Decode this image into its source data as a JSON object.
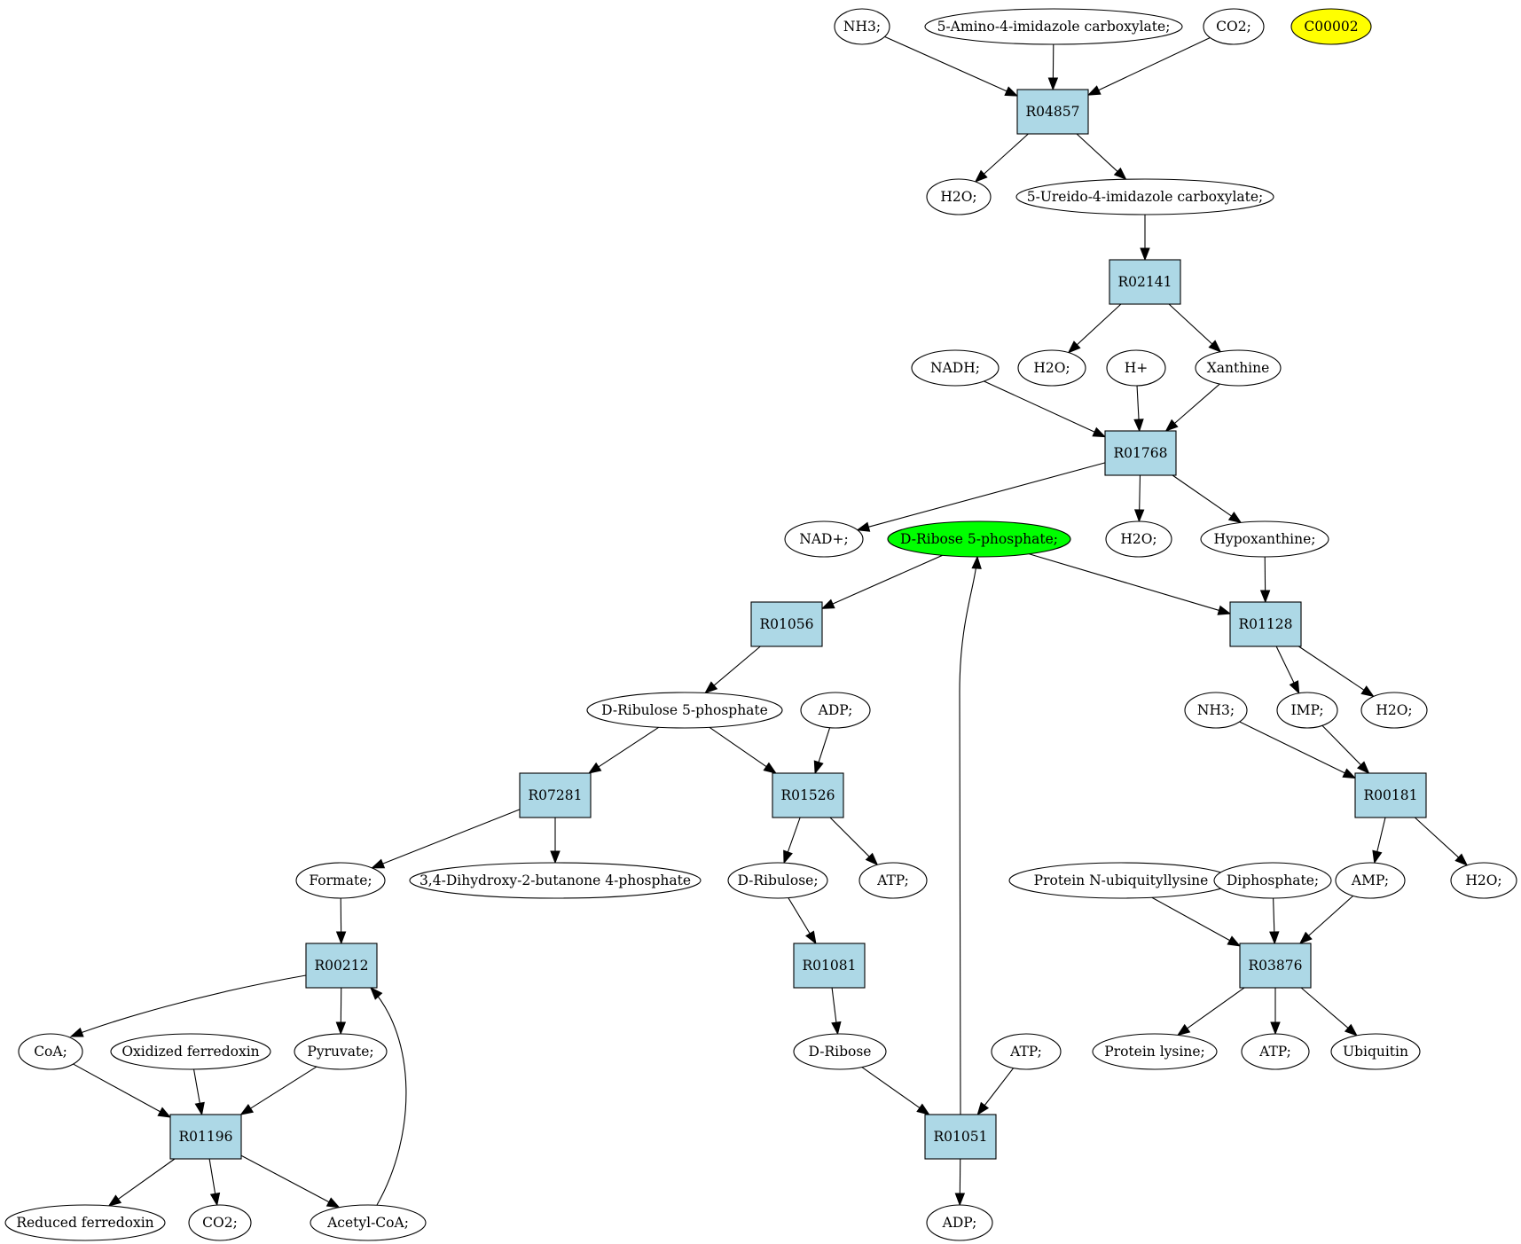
{
  "diagram": {
    "title": "",
    "nodes": [
      {
        "id": "nh3_top",
        "label": "NH3;",
        "kind": "compound"
      },
      {
        "id": "amino_imid",
        "label": "5-Amino-4-imidazole carboxylate;",
        "kind": "compound"
      },
      {
        "id": "co2_top",
        "label": "CO2;",
        "kind": "compound"
      },
      {
        "id": "c00002",
        "label": "C00002",
        "kind": "compound",
        "fill": "#ffff00"
      },
      {
        "id": "R04857",
        "label": "R04857",
        "kind": "reaction",
        "fill": "#add8e6"
      },
      {
        "id": "h2o_1",
        "label": "H2O;",
        "kind": "compound"
      },
      {
        "id": "ureido_imid",
        "label": "5-Ureido-4-imidazole carboxylate;",
        "kind": "compound"
      },
      {
        "id": "R02141",
        "label": "R02141",
        "kind": "reaction",
        "fill": "#add8e6"
      },
      {
        "id": "nadh",
        "label": "NADH;",
        "kind": "compound"
      },
      {
        "id": "h2o_2",
        "label": "H2O;",
        "kind": "compound"
      },
      {
        "id": "hplus",
        "label": "H+",
        "kind": "compound"
      },
      {
        "id": "xanthine",
        "label": "Xanthine",
        "kind": "compound"
      },
      {
        "id": "R01768",
        "label": "R01768",
        "kind": "reaction",
        "fill": "#add8e6"
      },
      {
        "id": "nadplus",
        "label": "NAD+;",
        "kind": "compound"
      },
      {
        "id": "ribose5p",
        "label": "D-Ribose 5-phosphate;",
        "kind": "compound",
        "fill": "#00ff00"
      },
      {
        "id": "h2o_3",
        "label": "H2O;",
        "kind": "compound"
      },
      {
        "id": "hypoxanthine",
        "label": "Hypoxanthine;",
        "kind": "compound"
      },
      {
        "id": "R01056",
        "label": "R01056",
        "kind": "reaction",
        "fill": "#add8e6"
      },
      {
        "id": "R01128",
        "label": "R01128",
        "kind": "reaction",
        "fill": "#add8e6"
      },
      {
        "id": "ribulose5p",
        "label": "D-Ribulose 5-phosphate",
        "kind": "compound"
      },
      {
        "id": "adp_mid",
        "label": "ADP;",
        "kind": "compound"
      },
      {
        "id": "nh3_mid",
        "label": "NH3;",
        "kind": "compound"
      },
      {
        "id": "imp",
        "label": "IMP;",
        "kind": "compound"
      },
      {
        "id": "h2o_4",
        "label": "H2O;",
        "kind": "compound"
      },
      {
        "id": "R07281",
        "label": "R07281",
        "kind": "reaction",
        "fill": "#add8e6"
      },
      {
        "id": "R01526",
        "label": "R01526",
        "kind": "reaction",
        "fill": "#add8e6"
      },
      {
        "id": "R00181",
        "label": "R00181",
        "kind": "reaction",
        "fill": "#add8e6"
      },
      {
        "id": "formate",
        "label": "Formate;",
        "kind": "compound"
      },
      {
        "id": "dihydroxybutanone",
        "label": "3,4-Dihydroxy-2-butanone 4-phosphate",
        "kind": "compound"
      },
      {
        "id": "d_ribulose",
        "label": "D-Ribulose;",
        "kind": "compound"
      },
      {
        "id": "atp_mid",
        "label": "ATP;",
        "kind": "compound"
      },
      {
        "id": "prot_ubiq",
        "label": "Protein N-ubiquityllysine",
        "kind": "compound"
      },
      {
        "id": "diphosphate",
        "label": "Diphosphate;",
        "kind": "compound"
      },
      {
        "id": "amp",
        "label": "AMP;",
        "kind": "compound"
      },
      {
        "id": "h2o_5",
        "label": "H2O;",
        "kind": "compound"
      },
      {
        "id": "R00212",
        "label": "R00212",
        "kind": "reaction",
        "fill": "#add8e6"
      },
      {
        "id": "R01081",
        "label": "R01081",
        "kind": "reaction",
        "fill": "#add8e6"
      },
      {
        "id": "R03876",
        "label": "R03876",
        "kind": "reaction",
        "fill": "#add8e6"
      },
      {
        "id": "coa",
        "label": "CoA;",
        "kind": "compound"
      },
      {
        "id": "ox_ferredoxin",
        "label": "Oxidized ferredoxin",
        "kind": "compound"
      },
      {
        "id": "pyruvate",
        "label": "Pyruvate;",
        "kind": "compound"
      },
      {
        "id": "d_ribose",
        "label": "D-Ribose",
        "kind": "compound"
      },
      {
        "id": "atp_low",
        "label": "ATP;",
        "kind": "compound"
      },
      {
        "id": "prot_lysine",
        "label": "Protein lysine;",
        "kind": "compound"
      },
      {
        "id": "atp_right",
        "label": "ATP;",
        "kind": "compound"
      },
      {
        "id": "ubiquitin",
        "label": "Ubiquitin",
        "kind": "compound"
      },
      {
        "id": "R01196",
        "label": "R01196",
        "kind": "reaction",
        "fill": "#add8e6"
      },
      {
        "id": "R01051",
        "label": "R01051",
        "kind": "reaction",
        "fill": "#add8e6"
      },
      {
        "id": "red_ferredoxin",
        "label": "Reduced ferredoxin",
        "kind": "compound"
      },
      {
        "id": "co2_bottom",
        "label": "CO2;",
        "kind": "compound"
      },
      {
        "id": "acetyl_coa",
        "label": "Acetyl-CoA;",
        "kind": "compound"
      },
      {
        "id": "adp_bottom",
        "label": "ADP;",
        "kind": "compound"
      }
    ],
    "edges": [
      {
        "from": "nh3_top",
        "to": "R04857"
      },
      {
        "from": "amino_imid",
        "to": "R04857"
      },
      {
        "from": "co2_top",
        "to": "R04857"
      },
      {
        "from": "R04857",
        "to": "h2o_1"
      },
      {
        "from": "R04857",
        "to": "ureido_imid"
      },
      {
        "from": "ureido_imid",
        "to": "R02141"
      },
      {
        "from": "R02141",
        "to": "h2o_2"
      },
      {
        "from": "R02141",
        "to": "xanthine"
      },
      {
        "from": "nadh",
        "to": "R01768"
      },
      {
        "from": "hplus",
        "to": "R01768"
      },
      {
        "from": "xanthine",
        "to": "R01768"
      },
      {
        "from": "R01768",
        "to": "nadplus"
      },
      {
        "from": "R01768",
        "to": "h2o_3"
      },
      {
        "from": "R01768",
        "to": "hypoxanthine"
      },
      {
        "from": "ribose5p",
        "to": "R01056"
      },
      {
        "from": "ribose5p",
        "to": "R01128"
      },
      {
        "from": "hypoxanthine",
        "to": "R01128"
      },
      {
        "from": "R01056",
        "to": "ribulose5p"
      },
      {
        "from": "R01128",
        "to": "imp"
      },
      {
        "from": "R01128",
        "to": "h2o_4"
      },
      {
        "from": "ribulose5p",
        "to": "R07281"
      },
      {
        "from": "ribulose5p",
        "to": "R01526"
      },
      {
        "from": "adp_mid",
        "to": "R01526"
      },
      {
        "from": "nh3_mid",
        "to": "R00181"
      },
      {
        "from": "imp",
        "to": "R00181"
      },
      {
        "from": "R07281",
        "to": "formate"
      },
      {
        "from": "R07281",
        "to": "dihydroxybutanone"
      },
      {
        "from": "R01526",
        "to": "d_ribulose"
      },
      {
        "from": "R01526",
        "to": "atp_mid"
      },
      {
        "from": "R00181",
        "to": "amp"
      },
      {
        "from": "R00181",
        "to": "h2o_5"
      },
      {
        "from": "formate",
        "to": "R00212"
      },
      {
        "from": "d_ribulose",
        "to": "R01081"
      },
      {
        "from": "prot_ubiq",
        "to": "R03876"
      },
      {
        "from": "diphosphate",
        "to": "R03876"
      },
      {
        "from": "amp",
        "to": "R03876"
      },
      {
        "from": "R00212",
        "to": "coa"
      },
      {
        "from": "R00212",
        "to": "pyruvate"
      },
      {
        "from": "R01081",
        "to": "d_ribose"
      },
      {
        "from": "R03876",
        "to": "prot_lysine"
      },
      {
        "from": "R03876",
        "to": "atp_right"
      },
      {
        "from": "R03876",
        "to": "ubiquitin"
      },
      {
        "from": "coa",
        "to": "R01196"
      },
      {
        "from": "ox_ferredoxin",
        "to": "R01196"
      },
      {
        "from": "pyruvate",
        "to": "R01196"
      },
      {
        "from": "d_ribose",
        "to": "R01051"
      },
      {
        "from": "atp_low",
        "to": "R01051"
      },
      {
        "from": "R01196",
        "to": "red_ferredoxin"
      },
      {
        "from": "R01196",
        "to": "co2_bottom"
      },
      {
        "from": "R01196",
        "to": "acetyl_coa"
      },
      {
        "from": "R01051",
        "to": "adp_bottom"
      },
      {
        "from": "R01051",
        "to": "ribose5p"
      },
      {
        "from": "acetyl_coa",
        "to": "R00212"
      }
    ]
  }
}
